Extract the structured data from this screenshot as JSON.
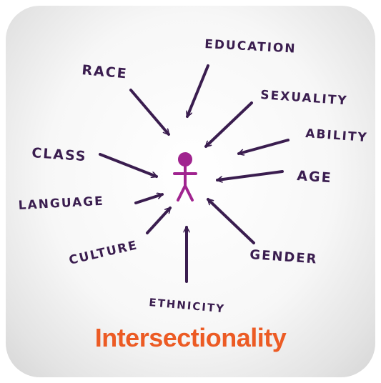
{
  "title": "Intersectionality",
  "labels": {
    "race": "RACE",
    "education": "EDUCATION",
    "sexuality": "SEXUALITY",
    "ability": "ABILITY",
    "class": "CLASS",
    "age": "AGE",
    "language": "LANGUAGE",
    "culture": "CULTURE",
    "gender": "GENDER",
    "ethnicity": "ETHNICITY"
  },
  "colors": {
    "ink": "#3a1d4f",
    "figure": "#a0248f",
    "title": "#ec5b24"
  },
  "icons": {
    "center": "person-icon"
  }
}
